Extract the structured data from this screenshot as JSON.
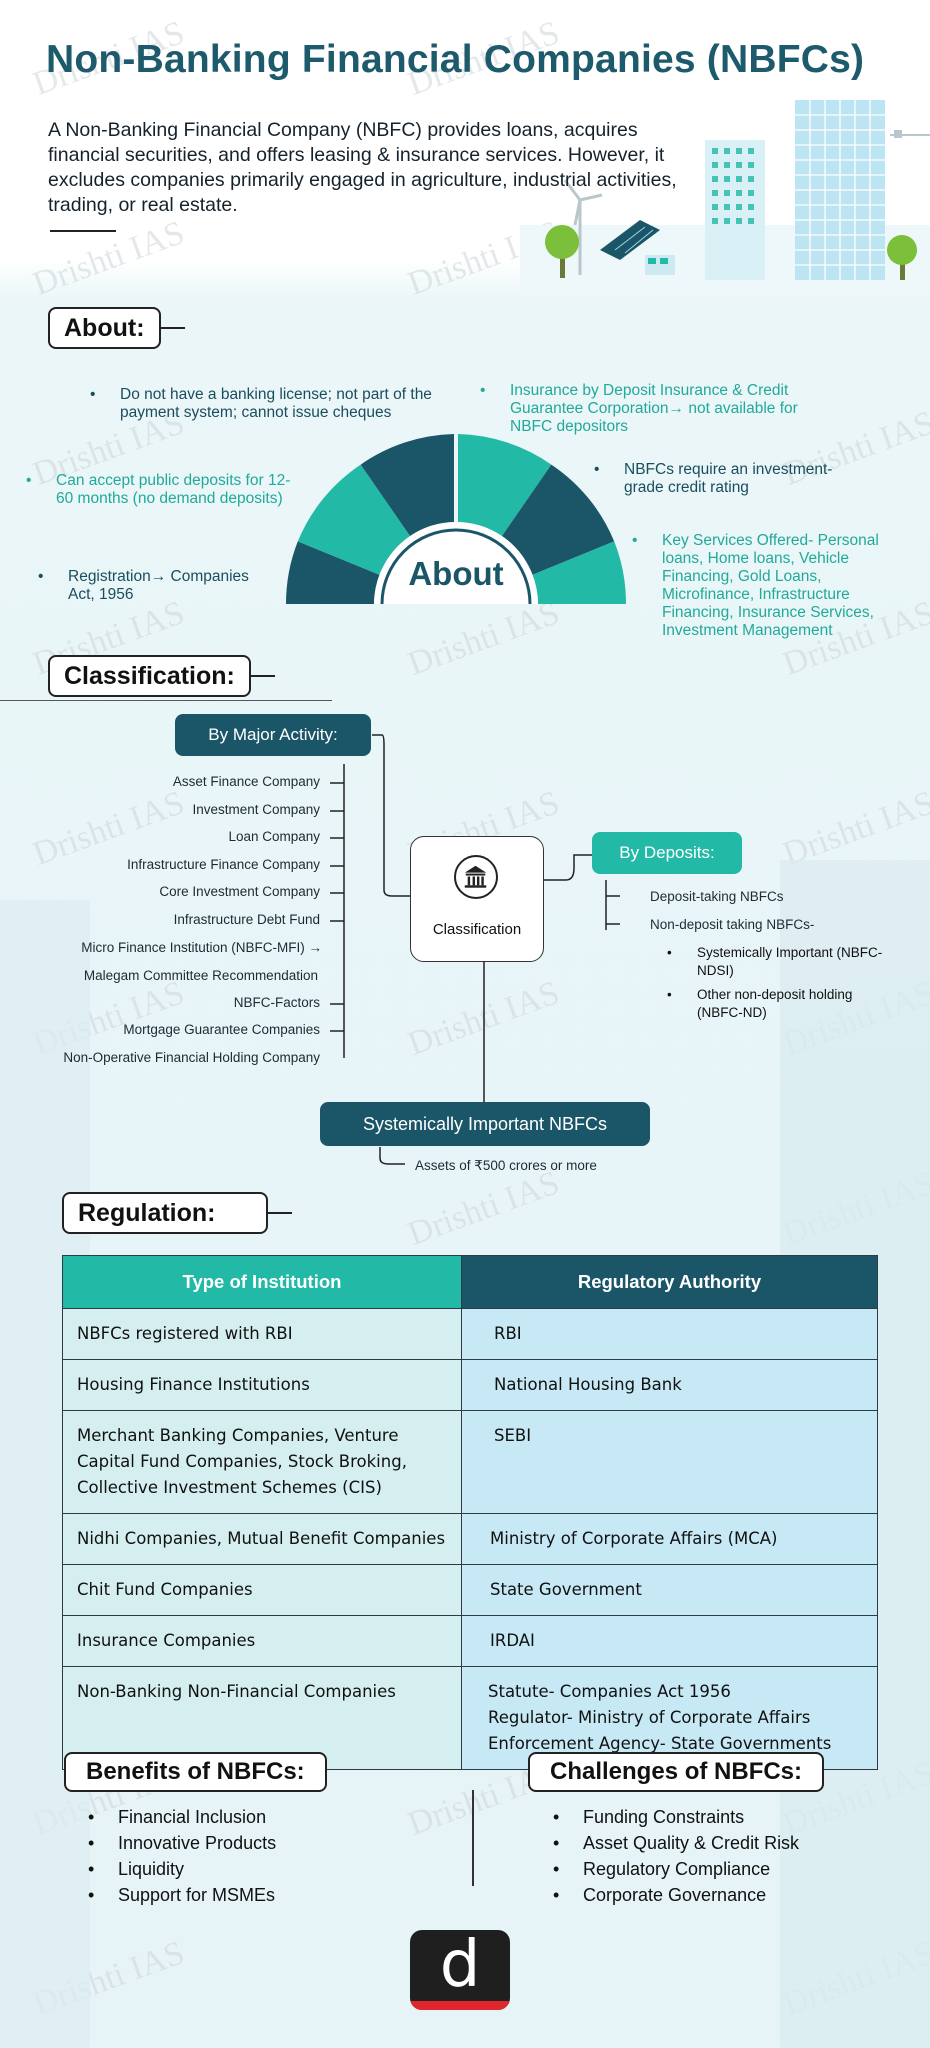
{
  "watermark": "Drishti IAS",
  "title": "Non-Banking Financial Companies (NBFCs)",
  "intro": "A Non-Banking Financial Company (NBFC) provides loans, acquires financial securities, and offers leasing & insurance services. However, it excludes companies primarily engaged in agriculture, industrial activities, trading, or real estate.",
  "about": {
    "label": "About:",
    "center": "About",
    "points": [
      "Do not have a banking license; not part of the payment system; cannot issue cheques",
      "Insurance by Deposit Insurance & Credit Guarantee Corporation→ not available for NBFC depositors",
      "Can accept public deposits for 12-60 months (no demand deposits)",
      "NBFCs require an investment-grade credit rating",
      "Registration→ Companies Act, 1956",
      "Key Services Offered- Personal loans, Home loans, Vehicle Financing, Gold Loans, Microfinance, Infrastructure Financing, Insurance Services, Investment Management"
    ]
  },
  "classification": {
    "label": "Classification:",
    "center": "Classification",
    "by_activity": {
      "label": "By Major Activity:",
      "items": [
        "Asset Finance Company",
        "Investment Company",
        "Loan Company",
        "Infrastructure Finance Company",
        "Core Investment Company",
        "Infrastructure Debt Fund",
        "Micro Finance Institution (NBFC-MFI) →",
        "Malegam Committee Recommendation",
        "NBFC-Factors",
        "Mortgage Guarantee Companies",
        "Non-Operative Financial Holding Company"
      ]
    },
    "by_deposits": {
      "label": "By Deposits:",
      "items": [
        "Deposit-taking NBFCs",
        "Non-deposit taking NBFCs-"
      ],
      "sub_items": [
        "Systemically Important (NBFC-NDSI)",
        "Other non-deposit holding (NBFC-ND)"
      ]
    },
    "systemic": {
      "label": "Systemically Important NBFCs",
      "note": "Assets of ₹500 crores or more"
    }
  },
  "regulation": {
    "label": "Regulation:",
    "headers": [
      "Type of Institution",
      "Regulatory Authority"
    ],
    "rows": [
      [
        "NBFCs registered with RBI",
        "RBI"
      ],
      [
        "Housing Finance Institutions",
        "National Housing Bank"
      ],
      [
        "Merchant Banking Companies, Venture Capital Fund Companies, Stock Broking, Collective Investment Schemes (CIS)",
        "SEBI"
      ],
      [
        "Nidhi Companies, Mutual Benefit Companies",
        "Ministry of Corporate Affairs (MCA)"
      ],
      [
        "Chit Fund Companies",
        "State Government"
      ],
      [
        "Insurance Companies",
        "IRDAI"
      ],
      [
        "Non-Banking Non-Financial Companies",
        "Statute- Companies Act 1956\nRegulator- Ministry of Corporate Affairs\nEnforcement Agency- State Governments"
      ]
    ]
  },
  "benefits": {
    "label": "Benefits of NBFCs:",
    "items": [
      "Financial Inclusion",
      "Innovative Products",
      "Liquidity",
      "Support for MSMEs"
    ]
  },
  "challenges": {
    "label": "Challenges of NBFCs:",
    "items": [
      "Funding Constraints",
      "Asset Quality & Credit Risk",
      "Regulatory Compliance",
      "Corporate Governance"
    ]
  },
  "logo": {
    "letter": "d"
  },
  "colors": {
    "teal": "#22b9a6",
    "dark_teal": "#1b5668",
    "title": "#1d5a6c"
  }
}
